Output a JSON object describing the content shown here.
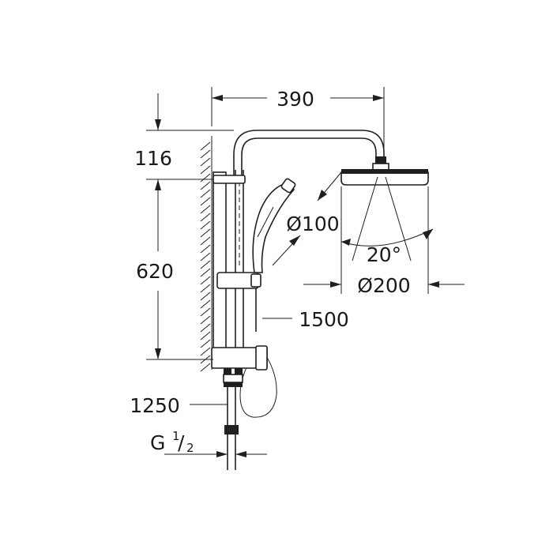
{
  "drawing": {
    "dimensions": {
      "head_offset": "390",
      "top_height": "116",
      "bar_length": "620",
      "hand_shower_diameter": "Ø100",
      "spray_angle": "20°",
      "head_diameter": "Ø200",
      "hose_length": "1500",
      "connection_height": "1250",
      "thread_main": "G",
      "thread_num": "1",
      "thread_den": "2"
    }
  }
}
